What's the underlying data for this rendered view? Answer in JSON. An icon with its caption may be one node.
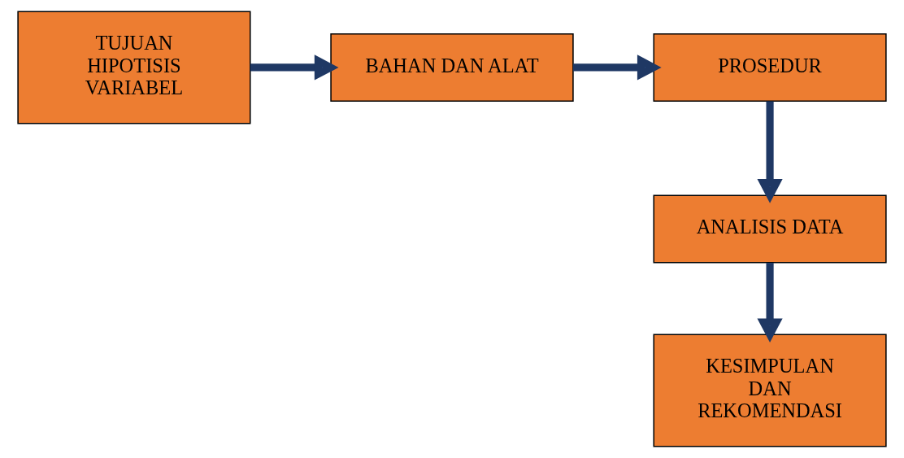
{
  "diagram": {
    "nodes": [
      {
        "text": [
          "TUJUAN",
          "HIPOTISIS",
          "VARIABEL"
        ]
      },
      {
        "text": [
          "BAHAN DAN ALAT"
        ]
      },
      {
        "text": [
          "PROSEDUR"
        ]
      },
      {
        "text": [
          "ANALISIS DATA"
        ]
      },
      {
        "text": [
          "KESIMPULAN DAN REKOMENDASI"
        ]
      }
    ],
    "edges": [
      {
        "from": 0,
        "to": 1,
        "arrow": "to"
      },
      {
        "from": 1,
        "to": 2,
        "arrow": "to"
      },
      {
        "from": 2,
        "to": 3,
        "arrow": "to"
      },
      {
        "from": 3,
        "to": 4,
        "arrow": "to"
      }
    ]
  }
}
